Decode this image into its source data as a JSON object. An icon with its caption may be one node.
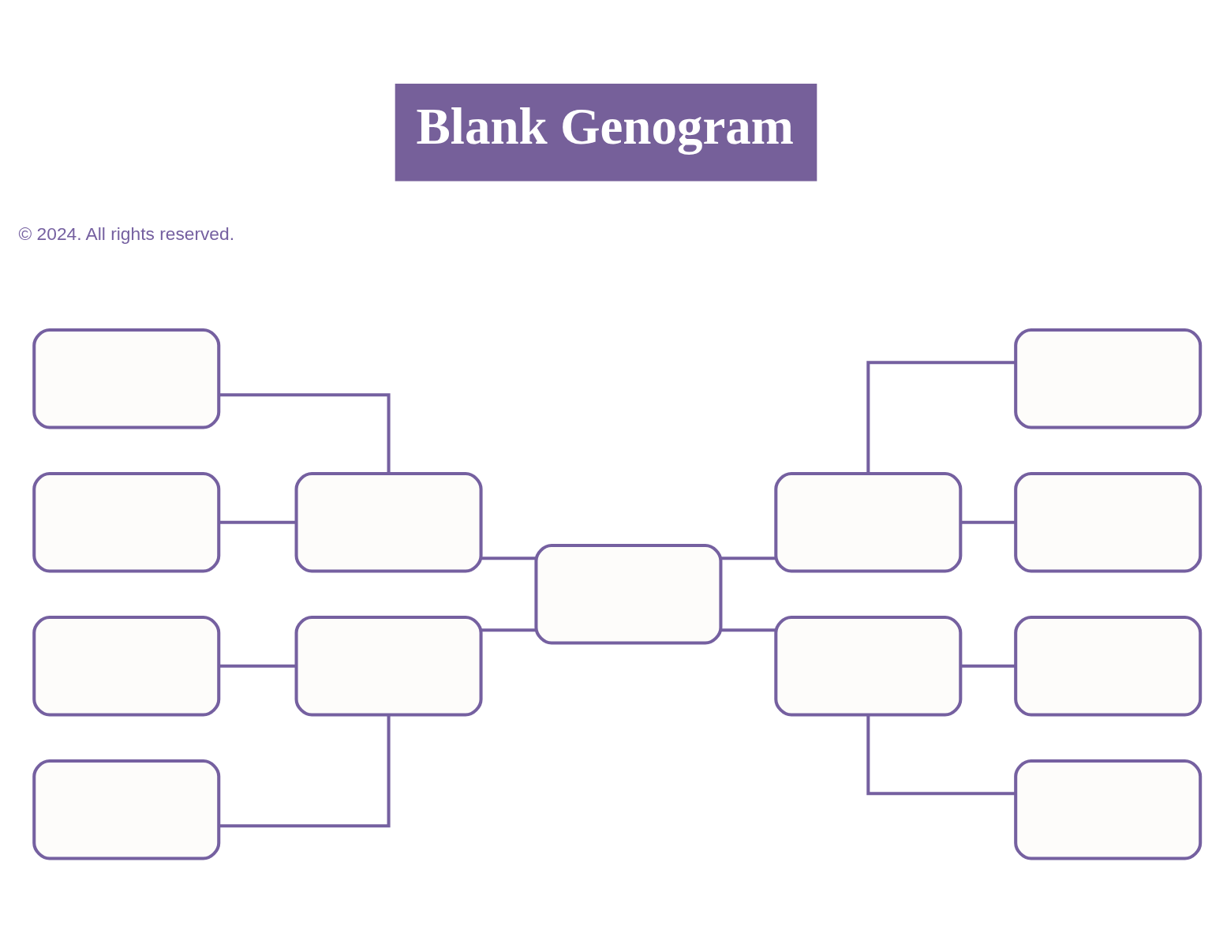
{
  "diagram": {
    "title": "Blank Genogram",
    "nodes": [
      {
        "text": [],
        "shape": "box"
      },
      {
        "text": [],
        "shape": "box"
      },
      {
        "text": [],
        "shape": "box"
      },
      {
        "text": [],
        "shape": "box"
      },
      {
        "text": [],
        "shape": "box"
      },
      {
        "text": [],
        "shape": "box"
      },
      {
        "text": [],
        "shape": "box"
      },
      {
        "text": [],
        "shape": "box"
      },
      {
        "text": [],
        "shape": "box"
      },
      {
        "text": [],
        "shape": "box"
      },
      {
        "text": [],
        "shape": "box"
      },
      {
        "text": [],
        "shape": "box"
      },
      {
        "text": [],
        "shape": "box"
      }
    ],
    "edges": [
      {
        "from": 0,
        "to": 4,
        "arrow": "none"
      },
      {
        "from": 1,
        "to": 4,
        "arrow": "none"
      },
      {
        "from": 2,
        "to": 5,
        "arrow": "none"
      },
      {
        "from": 3,
        "to": 5,
        "arrow": "none"
      },
      {
        "from": 4,
        "to": 6,
        "arrow": "none"
      },
      {
        "from": 5,
        "to": 6,
        "arrow": "none"
      },
      {
        "from": 6,
        "to": 7,
        "arrow": "none"
      },
      {
        "from": 6,
        "to": 8,
        "arrow": "none"
      },
      {
        "from": 7,
        "to": 9,
        "arrow": "none"
      },
      {
        "from": 7,
        "to": 10,
        "arrow": "none"
      },
      {
        "from": 8,
        "to": 11,
        "arrow": "none"
      },
      {
        "from": 8,
        "to": 12,
        "arrow": "none"
      }
    ],
    "labels": [
      "© 2024. All rights reserved."
    ]
  }
}
